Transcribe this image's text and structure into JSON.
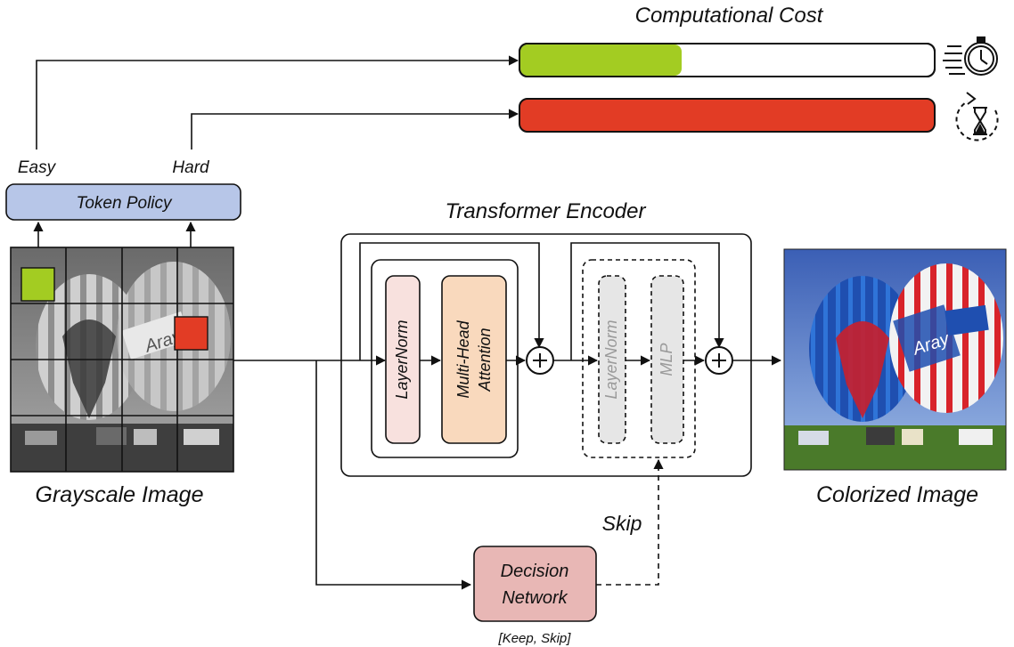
{
  "cost_panel": {
    "title": "Computational Cost",
    "bars": [
      {
        "name": "easy",
        "fill_fraction": 0.39,
        "fill_color": "#a3cc22",
        "icon": "stopwatch-icon"
      },
      {
        "name": "hard",
        "fill_fraction": 1.0,
        "fill_color": "#e23c25",
        "icon": "hourglass-icon"
      }
    ]
  },
  "token_policy": {
    "label": "Token Policy",
    "easy_label": "Easy",
    "hard_label": "Hard",
    "easy_color": "#a3cc22",
    "hard_color": "#e23c25"
  },
  "input": {
    "caption": "Grayscale Image"
  },
  "output": {
    "caption": "Colorized Image"
  },
  "encoder": {
    "title": "Transformer Encoder",
    "layernorm1": "LayerNorm",
    "attention_line1": "Multi-Head",
    "attention_line2": "Attention",
    "layernorm2": "LayerNorm",
    "mlp": "MLP"
  },
  "decision": {
    "line1": "Decision",
    "line2": "Network",
    "outputs_label": "[Keep, Skip]",
    "skip_label": "Skip"
  },
  "colors": {
    "layernorm_fill": "#f8e1de",
    "attention_fill": "#f9d9bd",
    "skipped_fill": "#e6e6e6",
    "decision_fill": "#e8b7b5",
    "policy_fill": "#b7c6e8"
  }
}
